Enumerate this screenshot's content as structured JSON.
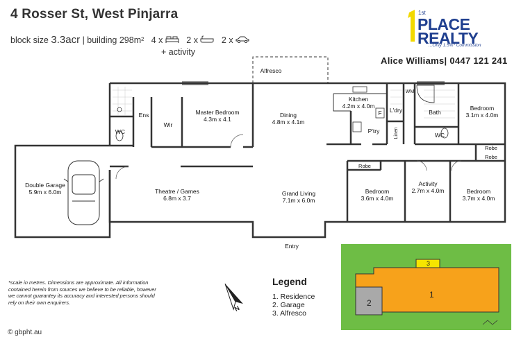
{
  "header": {
    "address": "4 Rosser St, West Pinjarra",
    "block_label": "block size",
    "block_value": "3.3acr",
    "building_label": "| building 298m²",
    "beds": "4 x",
    "baths": "2 x",
    "cars": "2 x",
    "extra": "+ activity"
  },
  "agency": {
    "logo_small": "1st",
    "logo_line1": "PLACE",
    "logo_line2": "REALTY",
    "tagline": "...Only 1.5%* Commission",
    "brand_color": "#1f3f8f",
    "agent": "Alice Williams| 0447 121 241"
  },
  "rooms": {
    "alfresco": "Alfresco",
    "master_name": "Master Bedroom",
    "master_size": "4.3m x 4.1",
    "ens": "Ens",
    "wc1": "WC",
    "wir": "Wir",
    "dining_name": "Dining",
    "dining_size": "4.8m x 4.1m",
    "kitchen_name": "Kitchen",
    "kitchen_size": "4.2m x 4.0m",
    "fridge": "F",
    "pantry": "P'try",
    "laundry": "L'dry",
    "wm": "WM",
    "linen": "Linen",
    "bath": "Bath",
    "wc2": "WC",
    "bed2_name": "Bedroom",
    "bed2_size": "3.1m x 4.0m",
    "robe1": "Robe",
    "robe2": "Robe",
    "robe3": "Robe",
    "garage_name": "Double Garage",
    "garage_size": "5.9m x 6.0m",
    "theatre_name": "Theatre / Games",
    "theatre_size": "6.8m x 3.7",
    "living_name": "Grand Living",
    "living_size": "7.1m x 6.0m",
    "bed3_name": "Bedroom",
    "bed3_size": "3.6m x 4.0m",
    "activity_name": "Activity",
    "activity_size": "2.7m x 4.0m",
    "bed4_name": "Bedroom",
    "bed4_size": "3.7m x 4.0m",
    "entry": "Entry"
  },
  "notes": {
    "disclaimer": "*scale in metres. Dimensions are approximate. All information contained herein from sources we believe to be reliable, however we cannot guarantey its accuracy and interested persons should rely on their own enquirers.",
    "website": "© gbpht.au",
    "compass": "N"
  },
  "legend": {
    "title": "Legend",
    "items": [
      "1. Residence",
      "2. Garage",
      "3. Alfresco"
    ]
  },
  "site_plan": {
    "colors": {
      "lawn": "#6ebd45",
      "residence": "#f7a21b",
      "garage": "#a9a9a9",
      "alfresco": "#f6e500"
    },
    "label_1": "1",
    "label_2": "2",
    "label_3": "3"
  }
}
